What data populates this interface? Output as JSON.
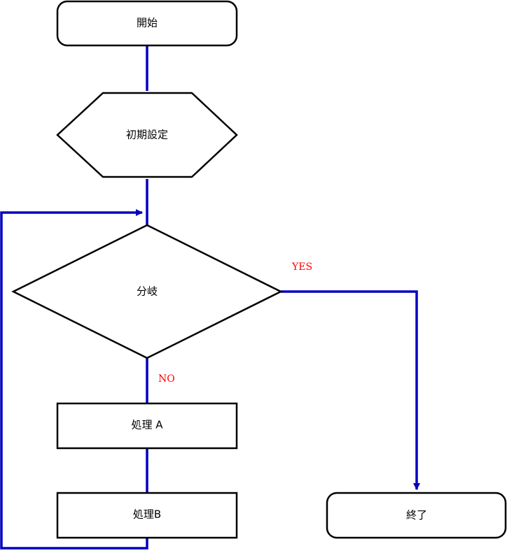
{
  "nodes": {
    "start": "開始",
    "init": "初期設定",
    "branch": "分岐",
    "process_a": "処理 A",
    "process_b": "処理B",
    "end": "終了"
  },
  "branch_labels": {
    "yes": "YES",
    "no": "NO"
  },
  "colors": {
    "connector": "#0000c0",
    "branch_label": "#ff0000",
    "shape_stroke": "#000000"
  }
}
